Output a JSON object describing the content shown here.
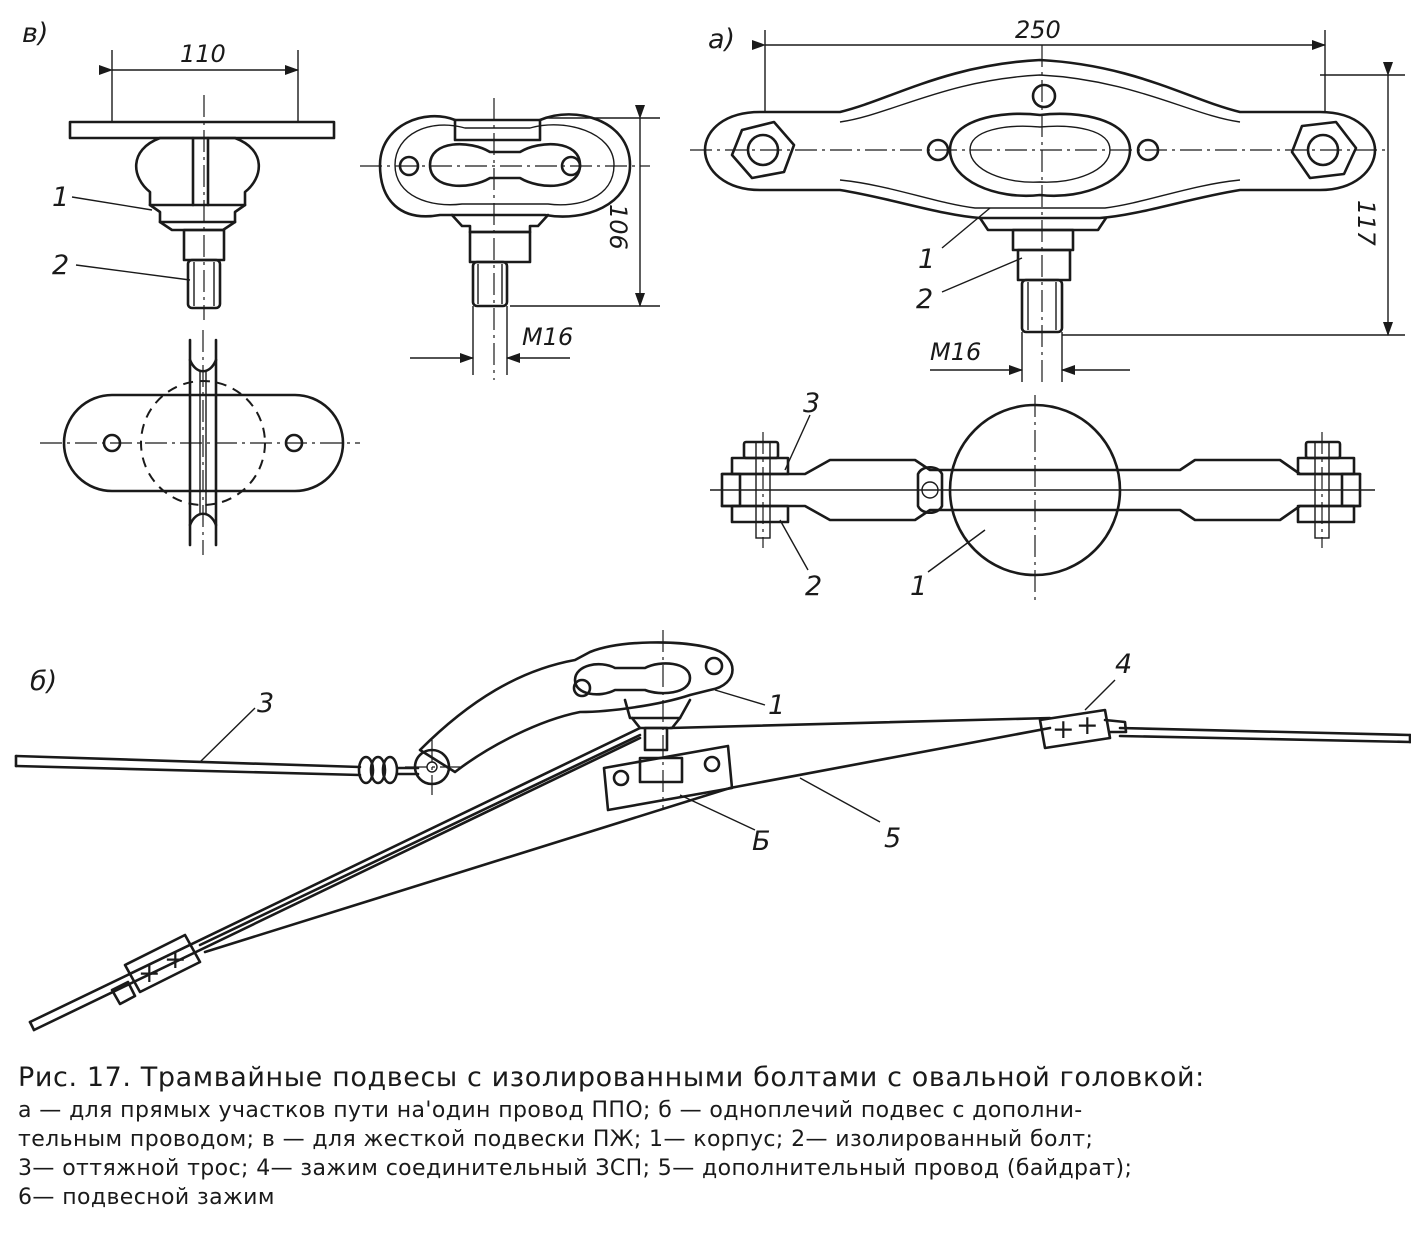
{
  "caption": {
    "title": "Рис. 17. Трамвайные подвесы с изолированными болтами с овальной головкой:",
    "lines": [
      "а — для прямых участков пути на'один провод ППО; б — одноплечий подвес с дополни-",
      "тельным проводом; в — для жесткой подвески ПЖ; 1— корпус; 2— изолированный болт;",
      "3— оттяжной трос; 4— зажим соединительный ЗСП; 5— дополнительный провод (байдрат);",
      "6— подвесной зажим"
    ]
  },
  "views": {
    "v": {
      "letter": "в)",
      "dim_width": "110",
      "dim_height": "106",
      "thread": "M16",
      "callouts": [
        "1",
        "2"
      ]
    },
    "a": {
      "letter": "а)",
      "dim_width": "250",
      "dim_height": "117",
      "thread": "M16",
      "callouts": [
        "1",
        "2"
      ],
      "plan_callouts": [
        "3",
        "2",
        "1"
      ]
    },
    "b": {
      "letter": "б)",
      "callouts": [
        "3",
        "1",
        "4",
        "Б",
        "5"
      ]
    }
  }
}
